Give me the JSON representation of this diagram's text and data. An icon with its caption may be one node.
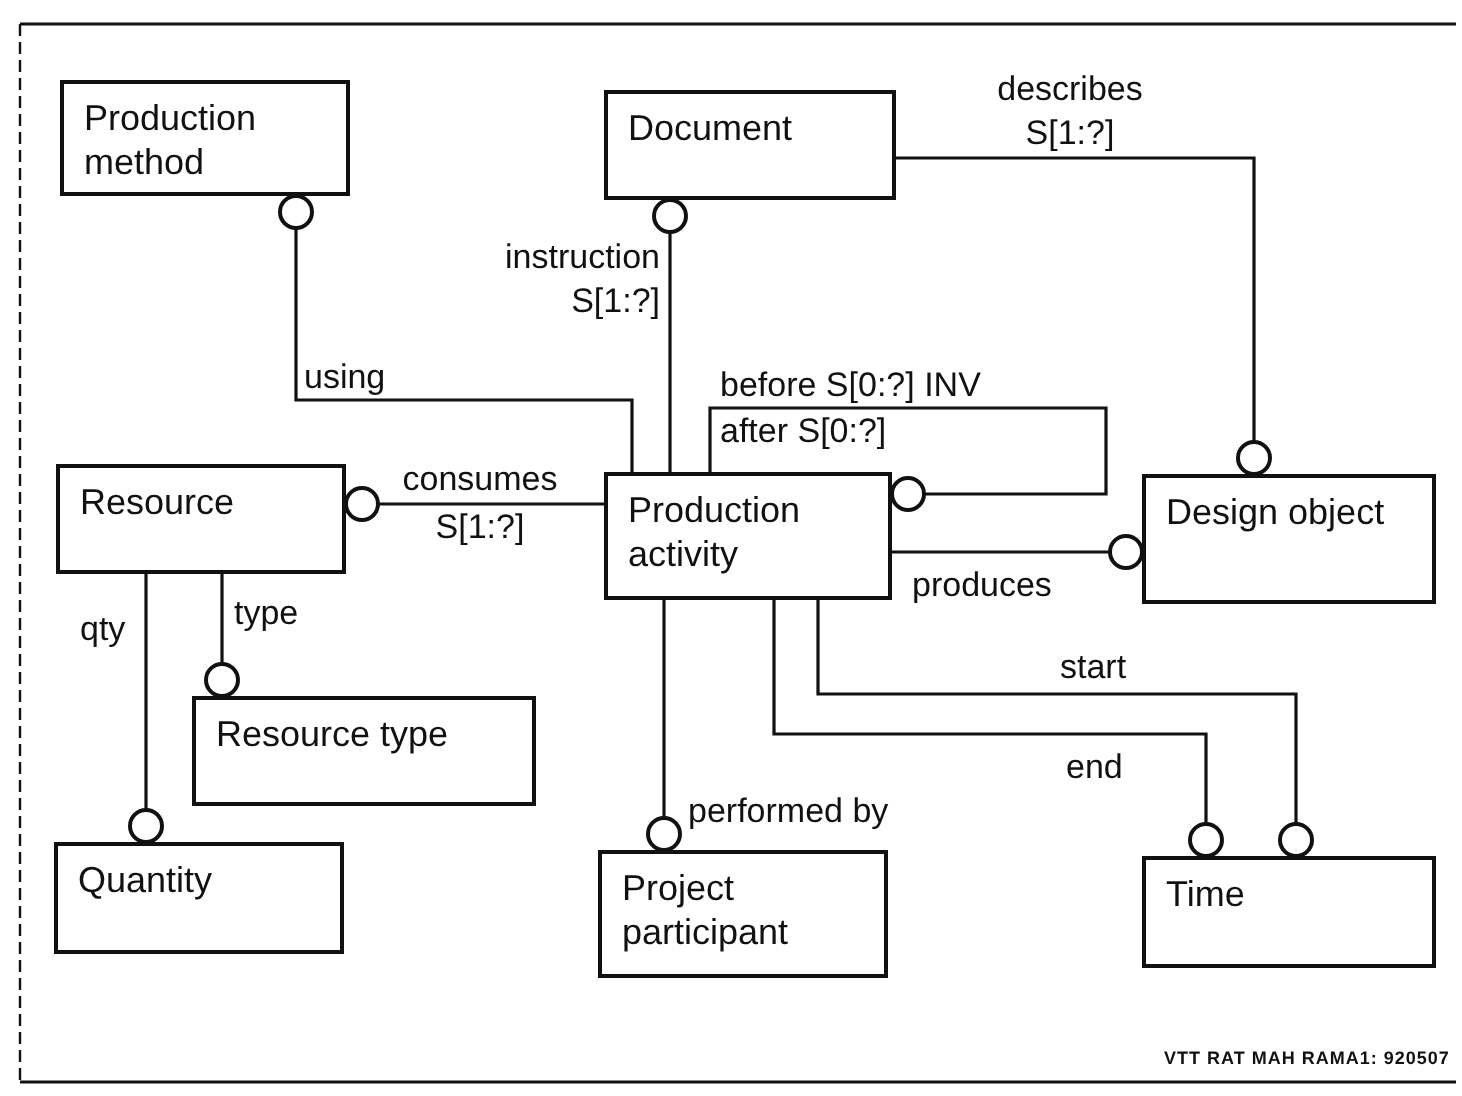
{
  "diagram": {
    "nodes": [
      {
        "text": [
          "Production method"
        ]
      },
      {
        "text": [
          "Document"
        ]
      },
      {
        "text": [
          "Resource"
        ]
      },
      {
        "text": [
          "Production activity"
        ]
      },
      {
        "text": [
          "Design object"
        ]
      },
      {
        "text": [
          "Resource type"
        ]
      },
      {
        "text": [
          "Quantity"
        ]
      },
      {
        "text": [
          "Project participant"
        ]
      },
      {
        "text": [
          "Time"
        ]
      }
    ],
    "edges": [
      {
        "from": 3,
        "to": 0,
        "arrow": "other",
        "label": "using"
      },
      {
        "from": 3,
        "to": 1,
        "arrow": "other",
        "label": "instruction S[1:?]"
      },
      {
        "from": 1,
        "to": 4,
        "arrow": "other",
        "label": "describes S[1:?]"
      },
      {
        "from": 3,
        "to": 3,
        "arrow": "other",
        "label": "before S[0:?] INV after S[0:?]"
      },
      {
        "from": 3,
        "to": 2,
        "arrow": "other",
        "label": "consumes S[1:?]"
      },
      {
        "from": 3,
        "to": 4,
        "arrow": "other",
        "label": "produces"
      },
      {
        "from": 2,
        "to": 6,
        "arrow": "other",
        "label": "qty"
      },
      {
        "from": 2,
        "to": 5,
        "arrow": "other",
        "label": "type"
      },
      {
        "from": 3,
        "to": 7,
        "arrow": "other",
        "label": "performed by"
      },
      {
        "from": 3,
        "to": 8,
        "arrow": "other",
        "label": "end"
      },
      {
        "from": 3,
        "to": 8,
        "arrow": "other",
        "label": "start"
      }
    ],
    "labels": [
      "VTT RAT MAH RAMA1: 920507"
    ]
  }
}
